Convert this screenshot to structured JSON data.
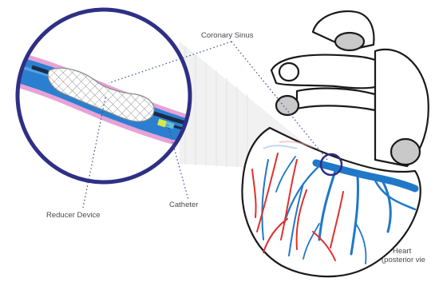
{
  "labels": {
    "coronary_sinus": "Coronary Sinus",
    "reducer_device": "Reducer Device",
    "catheter": "Catheter",
    "heart_line1": "Heart",
    "heart_line2": "(posterior vie"
  },
  "colors": {
    "vein_blue": "#1f78c8",
    "artery_red": "#e0302f",
    "circle_outline": "#2e2f86",
    "vessel_wall_pink": "#e6a3d6",
    "stent_gray": "#9a9a9a",
    "heart_gray": "#c9c9c9",
    "outline": "#1a1a1a",
    "guide_dots": "#3a4a8c"
  }
}
